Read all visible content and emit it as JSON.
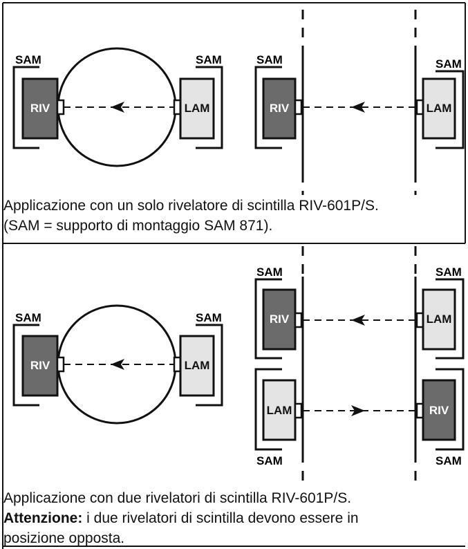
{
  "labels": {
    "sam": "SAM",
    "riv": "RIV",
    "lam": "LAM"
  },
  "colors": {
    "riv_fill": "#6b6b6b",
    "lam_fill": "#e4e4e4",
    "line": "#111111"
  },
  "panel_top": {
    "caption_line1": "Applicazione con un solo rivelatore di scintilla RIV-601P/S.",
    "caption_line2": "(SAM = supporto di montaggio SAM 871)."
  },
  "panel_bottom": {
    "caption_line1": "Applicazione con due rivelatori di scintilla RIV-601P/S.",
    "caption_line2_bold": "Attenzione:",
    "caption_line2_rest": " i due rivelatori di scintilla devono essere in",
    "caption_line3": "posizione opposta."
  }
}
